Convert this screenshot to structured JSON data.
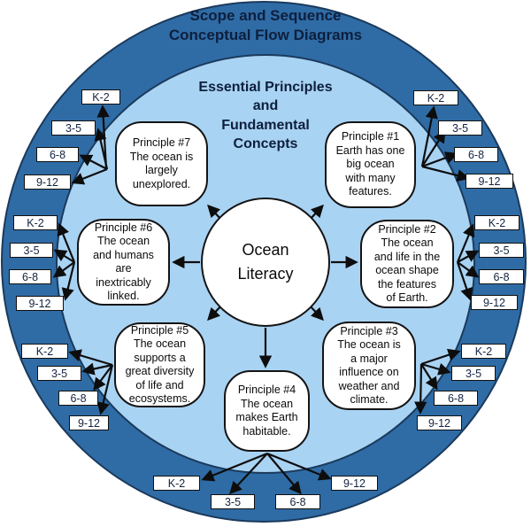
{
  "title": {
    "text": "Scope and Sequence\nConceptual Flow Diagrams"
  },
  "heading": {
    "text": "Essential Principles\nand\nFundamental\nConcepts"
  },
  "center": {
    "text": "Ocean\nLiteracy"
  },
  "principles": [
    {
      "title": "Principle #1",
      "body": "Earth has one\nbig ocean\nwith many\nfeatures."
    },
    {
      "title": "Principle #2",
      "body": "The ocean\nand life in the\nocean shape\nthe features\nof Earth."
    },
    {
      "title": "Principle #3",
      "body": "The ocean is\na major\ninfluence on\nweather and\nclimate."
    },
    {
      "title": "Principle #4",
      "body": "The ocean\nmakes Earth\nhabitable."
    },
    {
      "title": "Principle #5",
      "body": "The ocean\nsupports a\ngreat diversity\nof life and\necosystems."
    },
    {
      "title": "Principle #6",
      "body": "The ocean\nand humans\nare\ninextricably\nlinked."
    },
    {
      "title": "Principle #7",
      "body": "The ocean is\nlargely\nunexplored."
    }
  ],
  "grades": {
    "levels": [
      "K-2",
      "3-5",
      "6-8",
      "9-12"
    ]
  },
  "colors": {
    "ring": "#2f6ca6",
    "ring_outline": "#1b3a5c",
    "inner": "#a9d3f3",
    "box_fill": "#ffffff",
    "box_border": "#141414",
    "arrow": "#0d0d0d",
    "title_text": "#0e1f3d"
  }
}
